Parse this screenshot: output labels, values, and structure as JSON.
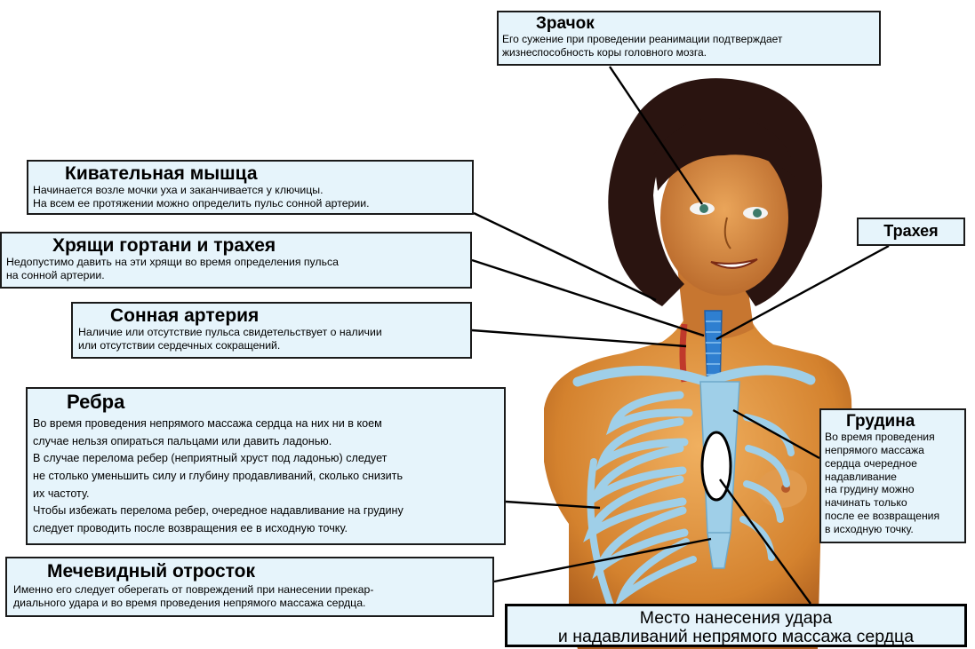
{
  "labels": {
    "pupil": {
      "title": "Зрачок",
      "text": [
        "Его сужение при проведении реанимации подтверждает",
        "жизнеспособность коры головного мозга."
      ]
    },
    "scm": {
      "title": "Кивательная мышца",
      "text": [
        "Начинается возле мочки уха и заканчивается у ключицы.",
        "На всем ее протяжении можно определить пульс сонной артерии."
      ]
    },
    "cartilage": {
      "title": "Хрящи гортани и трахея",
      "text": [
        "Недопустимо давить на эти хрящи во время определения пульса",
        "на сонной артерии."
      ]
    },
    "carotid": {
      "title": "Сонная артерия",
      "text": [
        "Наличие или отсутствие пульса свидетельствует о наличии",
        "или отсутствии сердечных сокращений."
      ]
    },
    "ribs": {
      "title": "Ребра",
      "text": [
        "Во время проведения непрямого массажа сердца на них ни в коем",
        "случае нельзя опираться пальцами или давить ладонью.",
        "В случае перелома ребер (неприятный хруст под ладонью) следует",
        "не столько уменьшить силу и глубину продавливаний, сколько снизить",
        "их частоту.",
        "Чтобы избежать перелома ребер, очередное надавливание на грудину",
        "следует проводить после возвращения ее в исходную точку."
      ]
    },
    "xiphoid": {
      "title": "Мечевидный отросток",
      "text": [
        "Именно его следует оберегать от повреждений при нанесении прекар-",
        "диального удара и во время проведения непрямого массажа сердца."
      ]
    },
    "trachea": {
      "title": "Трахея"
    },
    "sternum": {
      "title": "Грудина",
      "text": [
        "Во время проведения",
        "непрямого массажа",
        "сердца очередное",
        "надавливание",
        "на грудину можно",
        "начинать только",
        "после ее возвращения",
        "в исходную точку."
      ]
    },
    "impact": {
      "text": [
        "Место нанесения удара",
        "и надавливаний непрямого массажа сердца"
      ]
    }
  },
  "colors": {
    "label_background": "#e6f4fb",
    "label_border": "#1a1a1a",
    "skin": "#d98a3a",
    "hair": "#2a1410",
    "rib_cage": "#9fcfe8",
    "trachea": "#2f7fd0",
    "carotid_artery": "#c0392b"
  }
}
